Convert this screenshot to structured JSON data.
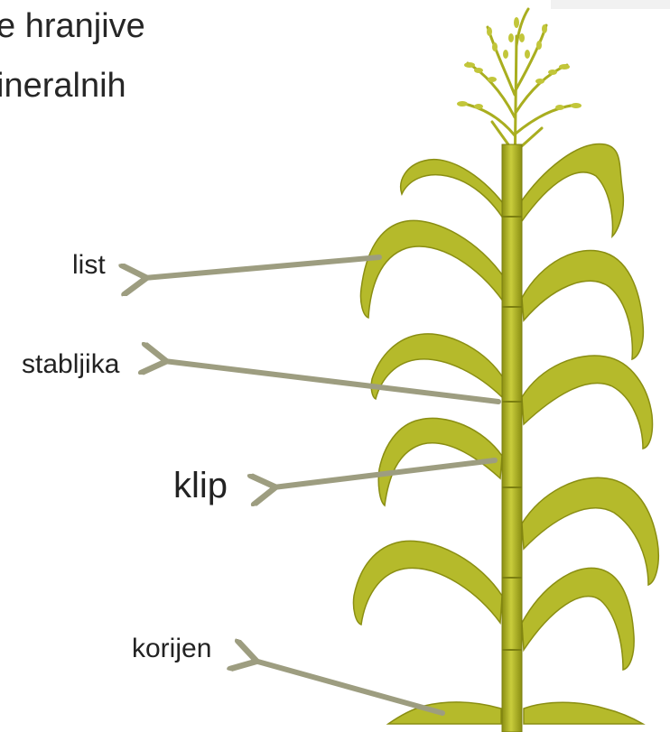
{
  "slide_text": {
    "line1": "e hranjive",
    "line2": "ineralnih"
  },
  "diagram": {
    "labels": {
      "leaf": "list",
      "stem": "stabljika",
      "ear": "klip",
      "root": "korijen"
    }
  },
  "colors": {
    "plant_fill": "#b5ba2b",
    "plant_dark": "#8a8e12",
    "plant_light": "#d2d64a",
    "arrow": "#9d9d80",
    "text": "#222222"
  }
}
